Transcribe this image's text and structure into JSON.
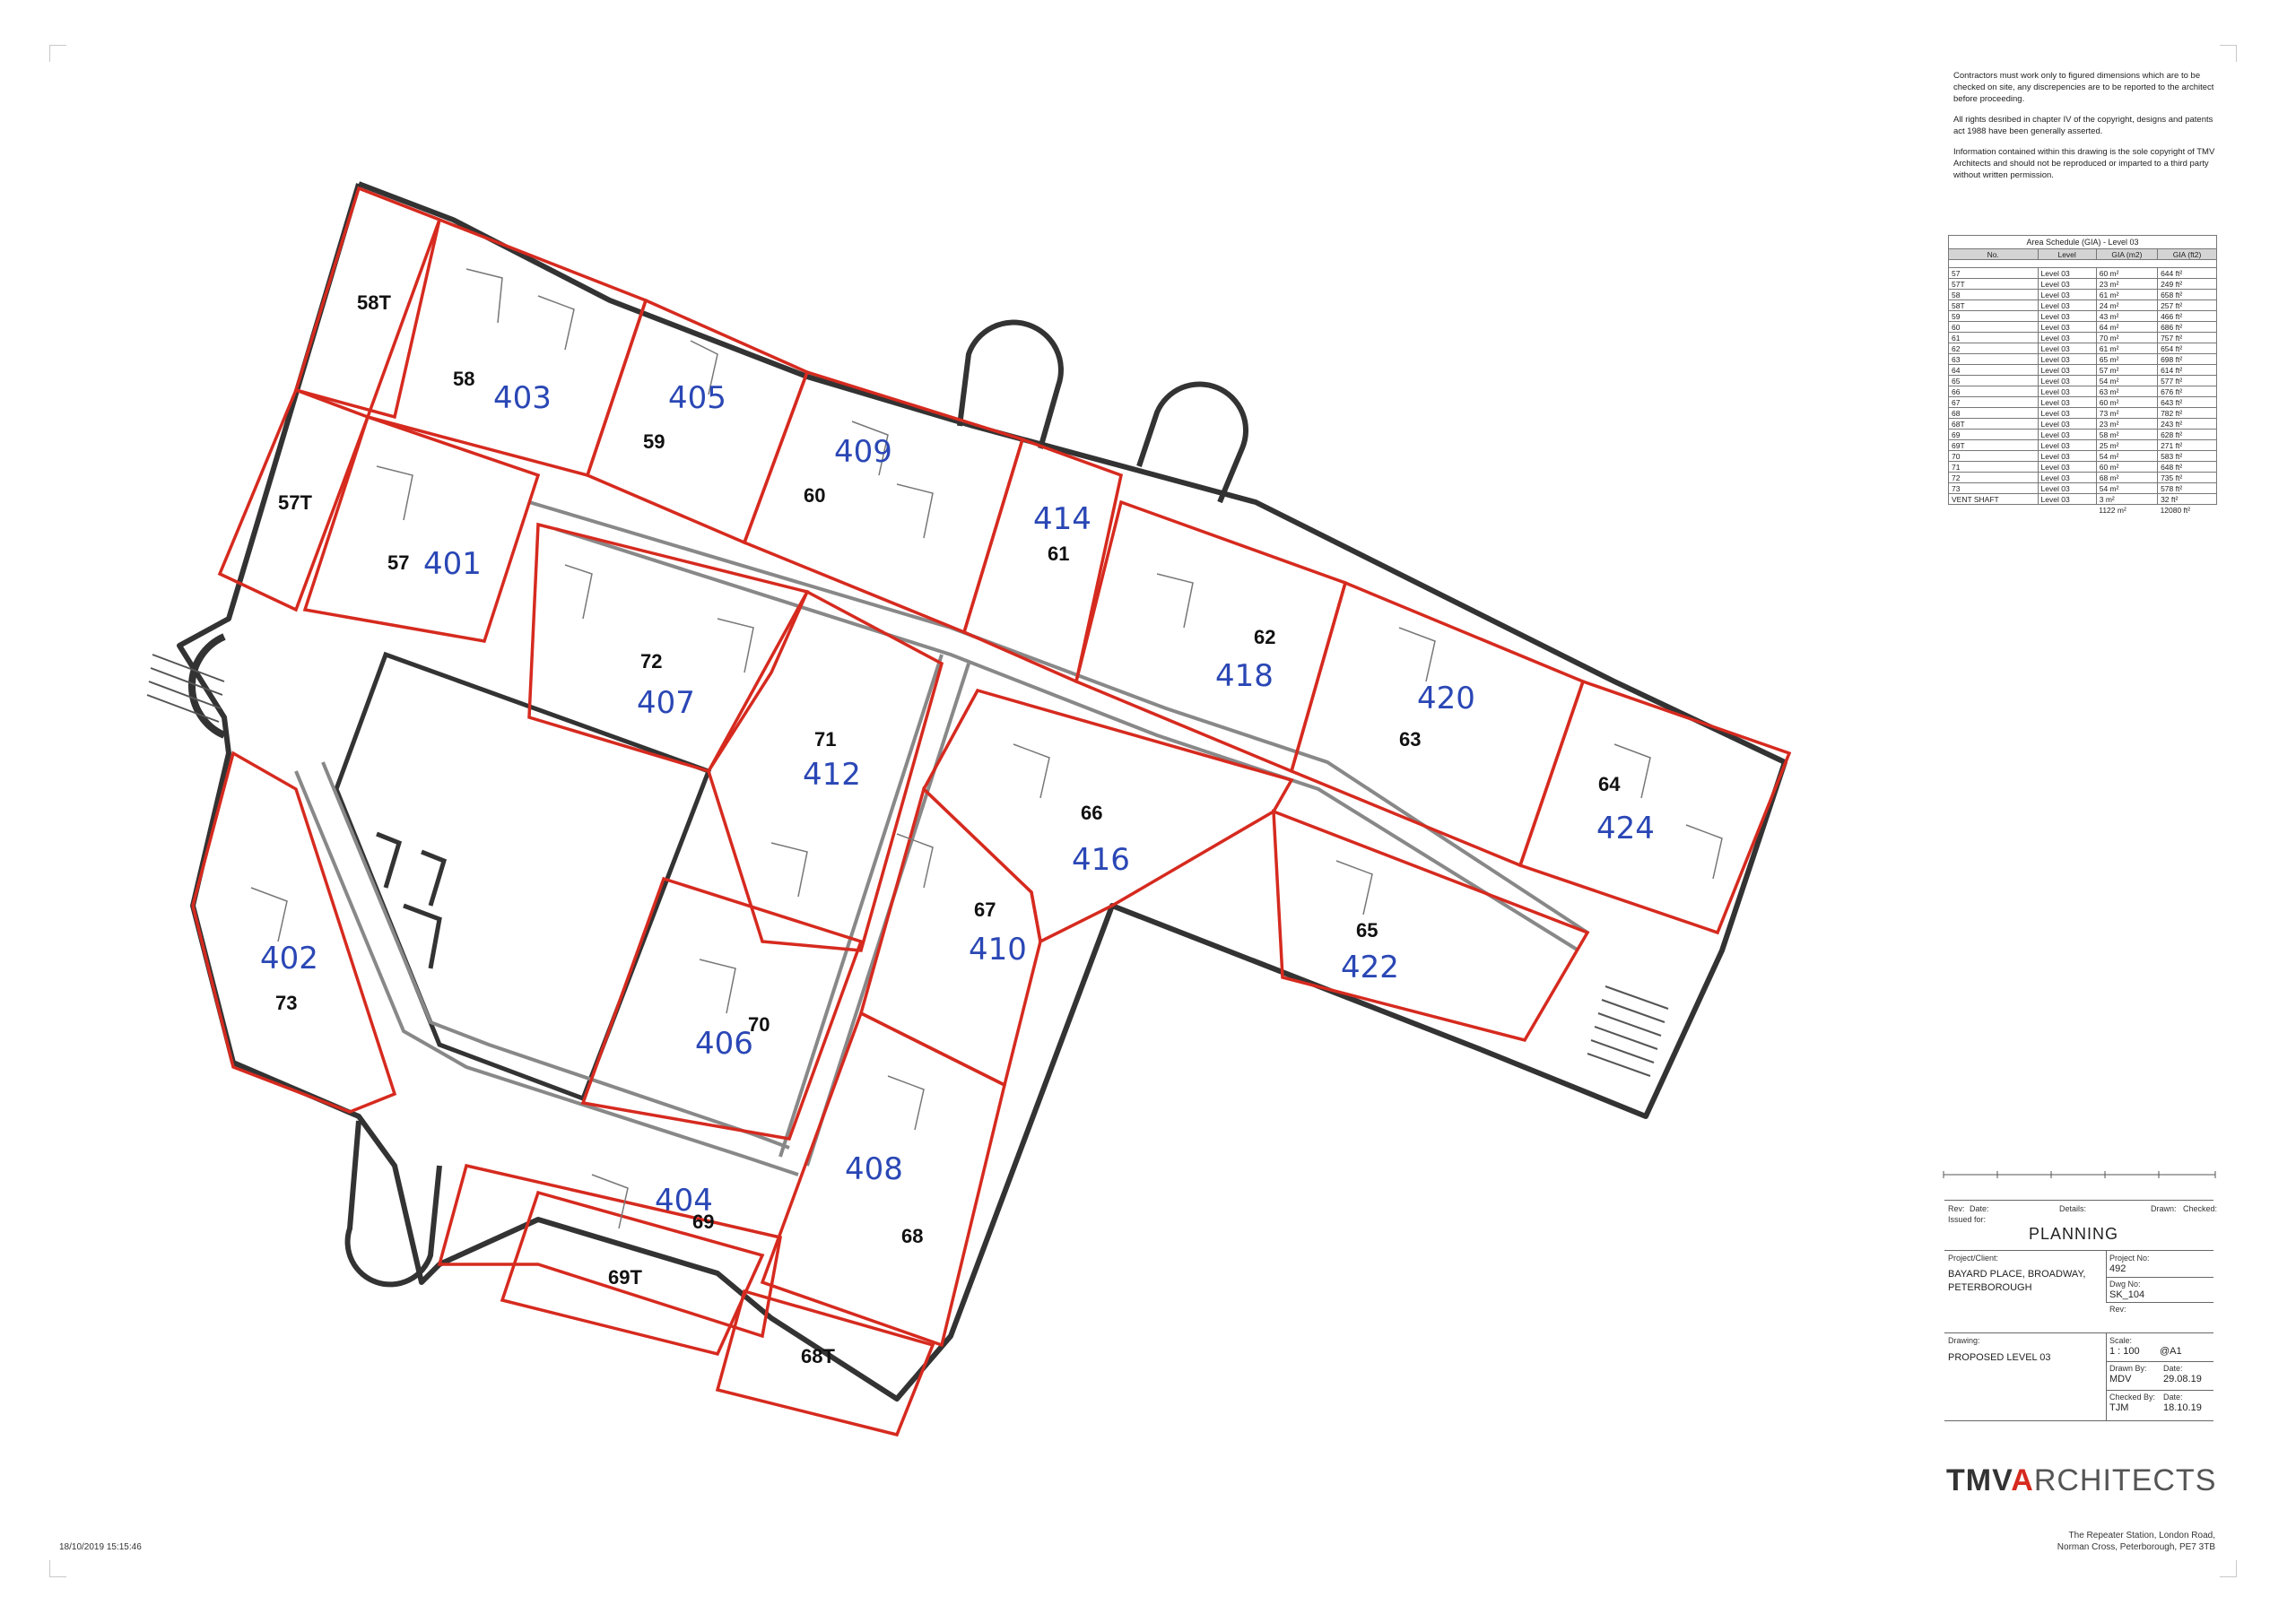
{
  "notes": [
    "Contractors must work only to figured dimensions which are to be checked on site, any discrepencies are to be reported to the architect before proceeding.",
    "All rights desribed in chapter IV of the copyright, designs and patents act 1988 have been generally asserted.",
    "Information contained within this drawing is the sole copyright of TMV Architects and should not be reproduced or imparted to a third party without written permission."
  ],
  "area_schedule": {
    "title": "Area Schedule (GIA) - Level 03",
    "headers": [
      "No.",
      "Level",
      "GIA (m2)",
      "GIA (ft2)"
    ],
    "rows": [
      [
        "57",
        "Level 03",
        "60 m²",
        "644 ft²"
      ],
      [
        "57T",
        "Level 03",
        "23 m²",
        "249 ft²"
      ],
      [
        "58",
        "Level 03",
        "61 m²",
        "658 ft²"
      ],
      [
        "58T",
        "Level 03",
        "24 m²",
        "257 ft²"
      ],
      [
        "59",
        "Level 03",
        "43 m²",
        "466 ft²"
      ],
      [
        "60",
        "Level 03",
        "64 m²",
        "686 ft²"
      ],
      [
        "61",
        "Level 03",
        "70 m²",
        "757 ft²"
      ],
      [
        "62",
        "Level 03",
        "61 m²",
        "654 ft²"
      ],
      [
        "63",
        "Level 03",
        "65 m²",
        "698 ft²"
      ],
      [
        "64",
        "Level 03",
        "57 m²",
        "614 ft²"
      ],
      [
        "65",
        "Level 03",
        "54 m²",
        "577 ft²"
      ],
      [
        "66",
        "Level 03",
        "63 m²",
        "676 ft²"
      ],
      [
        "67",
        "Level 03",
        "60 m²",
        "643 ft²"
      ],
      [
        "68",
        "Level 03",
        "73 m²",
        "782 ft²"
      ],
      [
        "68T",
        "Level 03",
        "23 m²",
        "243 ft²"
      ],
      [
        "69",
        "Level 03",
        "58 m²",
        "628 ft²"
      ],
      [
        "69T",
        "Level 03",
        "25 m²",
        "271 ft²"
      ],
      [
        "70",
        "Level 03",
        "54 m²",
        "583 ft²"
      ],
      [
        "71",
        "Level 03",
        "60 m²",
        "648 ft²"
      ],
      [
        "72",
        "Level 03",
        "68 m²",
        "735 ft²"
      ],
      [
        "73",
        "Level 03",
        "54 m²",
        "578 ft²"
      ],
      [
        "VENT SHAFT",
        "Level 03",
        "3 m²",
        "32 ft²"
      ]
    ],
    "total_m2": "1122 m²",
    "total_ft2": "12080 ft²"
  },
  "rooms": [
    {
      "label": "58T",
      "handwritten": ""
    },
    {
      "label": "58",
      "handwritten": "403"
    },
    {
      "label": "59",
      "handwritten": "405"
    },
    {
      "label": "60",
      "handwritten": "409"
    },
    {
      "label": "61",
      "handwritten": "414"
    },
    {
      "label": "57T",
      "handwritten": ""
    },
    {
      "label": "57",
      "handwritten": "401"
    },
    {
      "label": "72",
      "handwritten": "407"
    },
    {
      "label": "71",
      "handwritten": "412"
    },
    {
      "label": "62",
      "handwritten": "418"
    },
    {
      "label": "63",
      "handwritten": "420"
    },
    {
      "label": "64",
      "handwritten": "424"
    },
    {
      "label": "66",
      "handwritten": "416"
    },
    {
      "label": "67",
      "handwritten": "410"
    },
    {
      "label": "65",
      "handwritten": "422"
    },
    {
      "label": "73",
      "handwritten": "402"
    },
    {
      "label": "70",
      "handwritten": "406"
    },
    {
      "label": "69",
      "handwritten": "404"
    },
    {
      "label": "68",
      "handwritten": "408"
    },
    {
      "label": "69T",
      "handwritten": ""
    },
    {
      "label": "68T",
      "handwritten": ""
    }
  ],
  "title_block": {
    "rev_headers": [
      "Rev:",
      "Date:",
      "Details:",
      "Drawn:",
      "Checked:"
    ],
    "issued_for_label": "Issued for:",
    "issued_for": "PLANNING",
    "project_client_label": "Project/Client:",
    "project_client": "BAYARD PLACE, BROADWAY, PETERBOROUGH",
    "project_no_label": "Project No:",
    "project_no": "492",
    "dwg_no_label": "Dwg No:",
    "dwg_no": "SK_104",
    "rev_label": "Rev:",
    "drawing_label": "Drawing:",
    "drawing": "PROPOSED LEVEL 03",
    "scale_label": "Scale:",
    "scale": "1 : 100",
    "sheet": "@A1",
    "drawn_by_label": "Drawn By:",
    "drawn_by": "MDV",
    "drawn_date_label": "Date:",
    "drawn_date": "29.08.19",
    "checked_by_label": "Checked By:",
    "checked_by": "TJM",
    "checked_date_label": "Date:",
    "checked_date": "18.10.19"
  },
  "logo": {
    "part1": "TMV",
    "part2": "A",
    "part3": "RCHITECTS"
  },
  "address": [
    "The Repeater Station, London Road,",
    "Norman Cross, Peterborough, PE7 3TB"
  ],
  "timestamp": "18/10/2019 15:15:46",
  "colors": {
    "room_outline": "#d62a1f",
    "handwriting": "#2a47b5",
    "walls": "#333333"
  }
}
